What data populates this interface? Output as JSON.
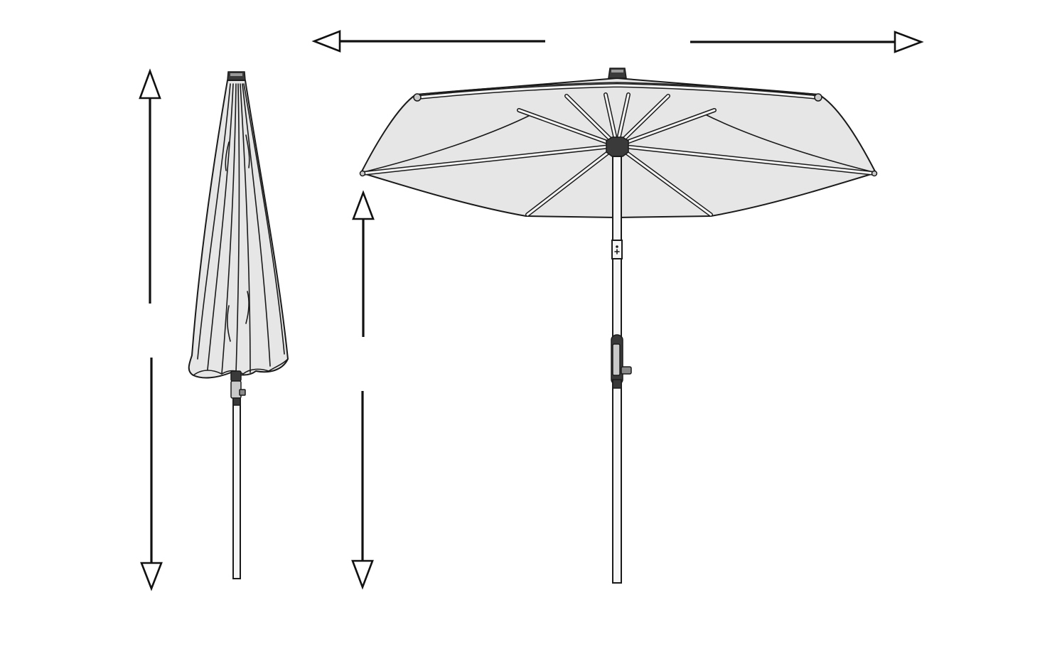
{
  "figure": {
    "views": [
      "closed-umbrella",
      "open-umbrella"
    ],
    "dimension_arrows": [
      "closed-height",
      "open-width",
      "open-clearance-height"
    ],
    "palette": {
      "line": "#1a1a1a",
      "canopy_fill": "#e6e6e6",
      "pole_fill": "#f6f6f6",
      "background": "#ffffff"
    }
  }
}
